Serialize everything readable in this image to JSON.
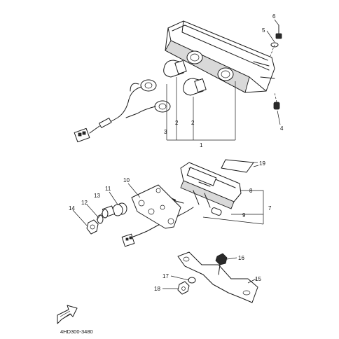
{
  "diagram": {
    "code": "4HD300-3480",
    "callouts": {
      "c1": "1",
      "c2a": "2",
      "c2b": "2",
      "c3": "3",
      "c4": "4",
      "c5": "5",
      "c6": "6",
      "c7": "7",
      "c8": "8",
      "c9": "9",
      "c10": "10",
      "c11": "11",
      "c12": "12",
      "c13": "13",
      "c14": "14",
      "c15": "15",
      "c16": "16",
      "c17": "17",
      "c18": "18",
      "c19": "19"
    }
  }
}
